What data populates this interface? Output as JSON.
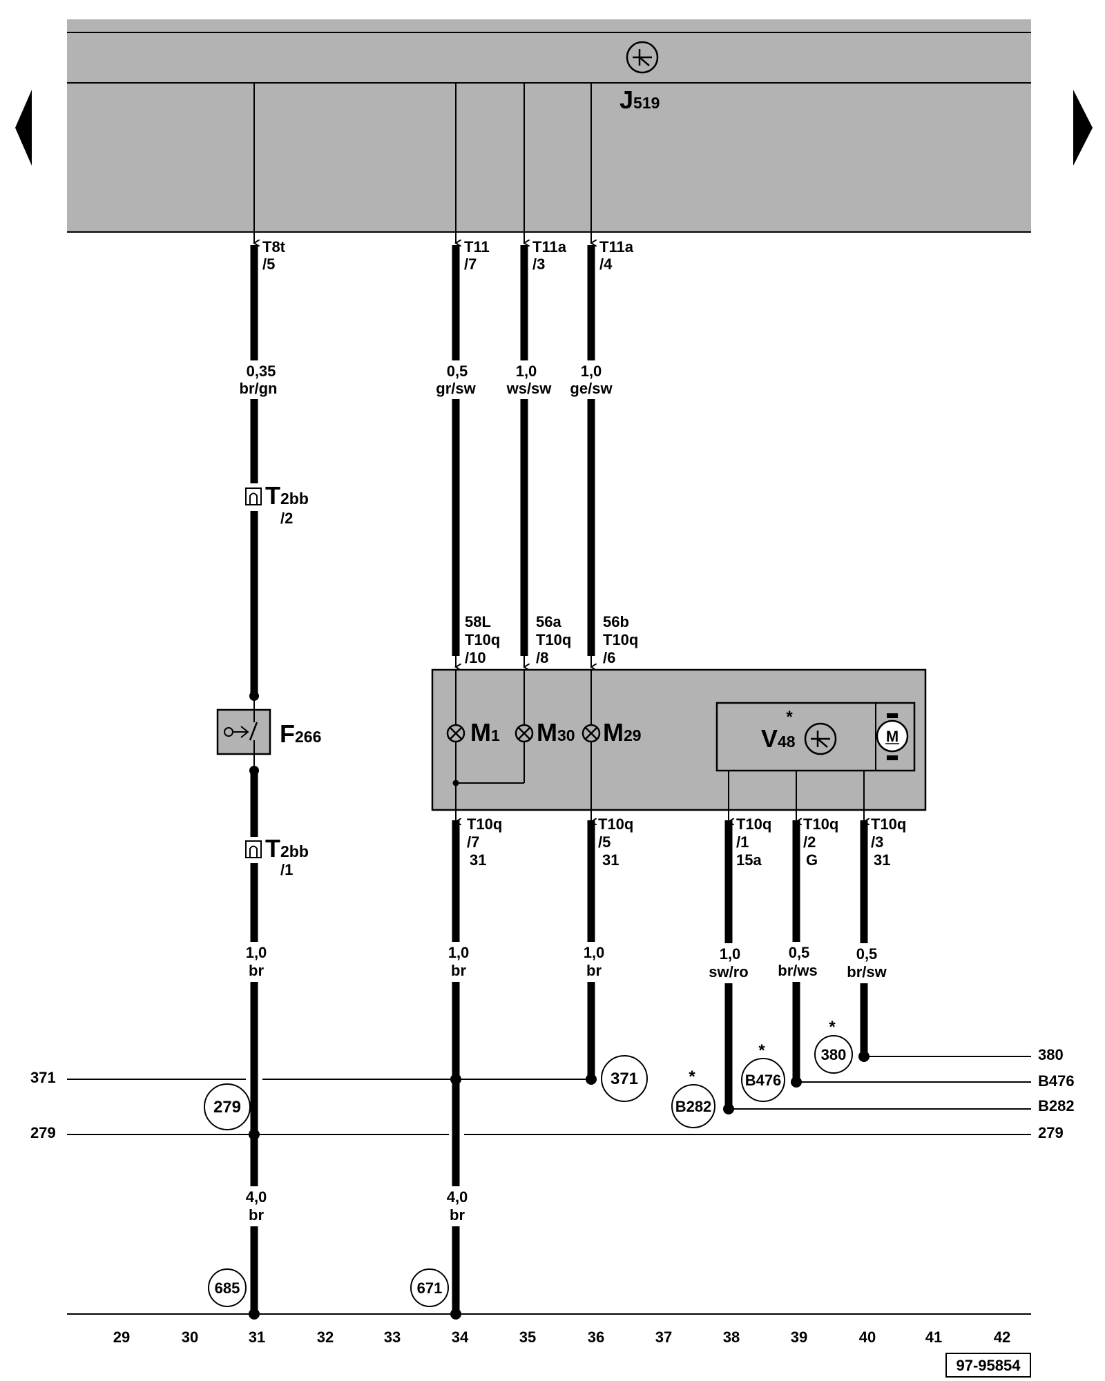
{
  "nav": {
    "prev_icon": "triangle-left-icon",
    "next_icon": "triangle-right-icon"
  },
  "components": {
    "J519": {
      "main": "J",
      "sub": "519"
    },
    "F266": {
      "main": "F",
      "sub": "266"
    },
    "M1": {
      "main": "M",
      "sub": "1"
    },
    "M30": {
      "main": "M",
      "sub": "30"
    },
    "M29": {
      "main": "M",
      "sub": "29"
    },
    "V48": {
      "main": "V",
      "sub": "48",
      "star": "*"
    },
    "motor": "M",
    "T2bb_upper": {
      "main": "T",
      "sub": "2bb",
      "pin": "/2"
    },
    "T2bb_lower": {
      "main": "T",
      "sub": "2bb",
      "pin": "/1"
    }
  },
  "pins_top": [
    {
      "l1": "T8t",
      "l2": "/5"
    },
    {
      "l1": "T11",
      "l2": "/7"
    },
    {
      "l1": "T11a",
      "l2": "/3"
    },
    {
      "l1": "T11a",
      "l2": "/4"
    }
  ],
  "wires_top": [
    {
      "size": "0,35",
      "color": "br/gn"
    },
    {
      "size": "0,5",
      "color": "gr/sw"
    },
    {
      "size": "1,0",
      "color": "ws/sw"
    },
    {
      "size": "1,0",
      "color": "ge/sw"
    }
  ],
  "pins_mid": [
    {
      "l1": "58L",
      "l2": "T10q",
      "l3": "/10"
    },
    {
      "l1": "56a",
      "l2": "T10q",
      "l3": "/8"
    },
    {
      "l1": "56b",
      "l2": "T10q",
      "l3": "/6"
    }
  ],
  "pins_bottom": [
    {
      "l1": "T10q",
      "l2": "/7",
      "l3": "31"
    },
    {
      "l1": "T10q",
      "l2": "/5",
      "l3": "31"
    },
    {
      "l1": "T10q",
      "l2": "/1",
      "l3": "15a"
    },
    {
      "l1": "T10q",
      "l2": "/2",
      "l3": "G"
    },
    {
      "l1": "T10q",
      "l2": "/3",
      "l3": "31"
    }
  ],
  "wires_bottom": [
    {
      "size": "1,0",
      "color": "br"
    },
    {
      "size": "1,0",
      "color": "br"
    },
    {
      "size": "1,0",
      "color": "br"
    },
    {
      "size": "1,0",
      "color": "sw/ro"
    },
    {
      "size": "0,5",
      "color": "br/ws"
    },
    {
      "size": "0,5",
      "color": "br/sw"
    }
  ],
  "wires_ground": [
    {
      "size": "4,0",
      "color": "br"
    },
    {
      "size": "4,0",
      "color": "br"
    }
  ],
  "circles": {
    "c279": "279",
    "c371": "371",
    "cB282": "B282",
    "cB476": "B476",
    "c380": "380",
    "c685": "685",
    "c671": "671",
    "star": "*"
  },
  "side_refs": {
    "left_371": "371",
    "left_279": "279",
    "right_380": "380",
    "right_B476": "B476",
    "right_B282": "B282",
    "right_279": "279"
  },
  "bottom_scale": [
    "29",
    "30",
    "31",
    "32",
    "33",
    "34",
    "35",
    "36",
    "37",
    "38",
    "39",
    "40",
    "41",
    "42"
  ],
  "doc_id": "97-95854"
}
